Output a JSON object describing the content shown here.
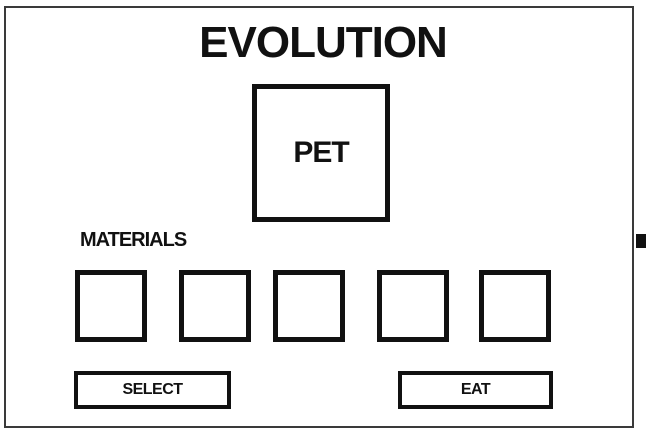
{
  "title": "EVOLUTION",
  "pet": {
    "label": "PET"
  },
  "materials": {
    "label": "MATERIALS",
    "slots": [
      "",
      "",
      "",
      "",
      ""
    ]
  },
  "buttons": {
    "select_label": "SELECT",
    "eat_label": "EAT"
  },
  "colors": {
    "border": "#111111",
    "background": "#ffffff"
  }
}
